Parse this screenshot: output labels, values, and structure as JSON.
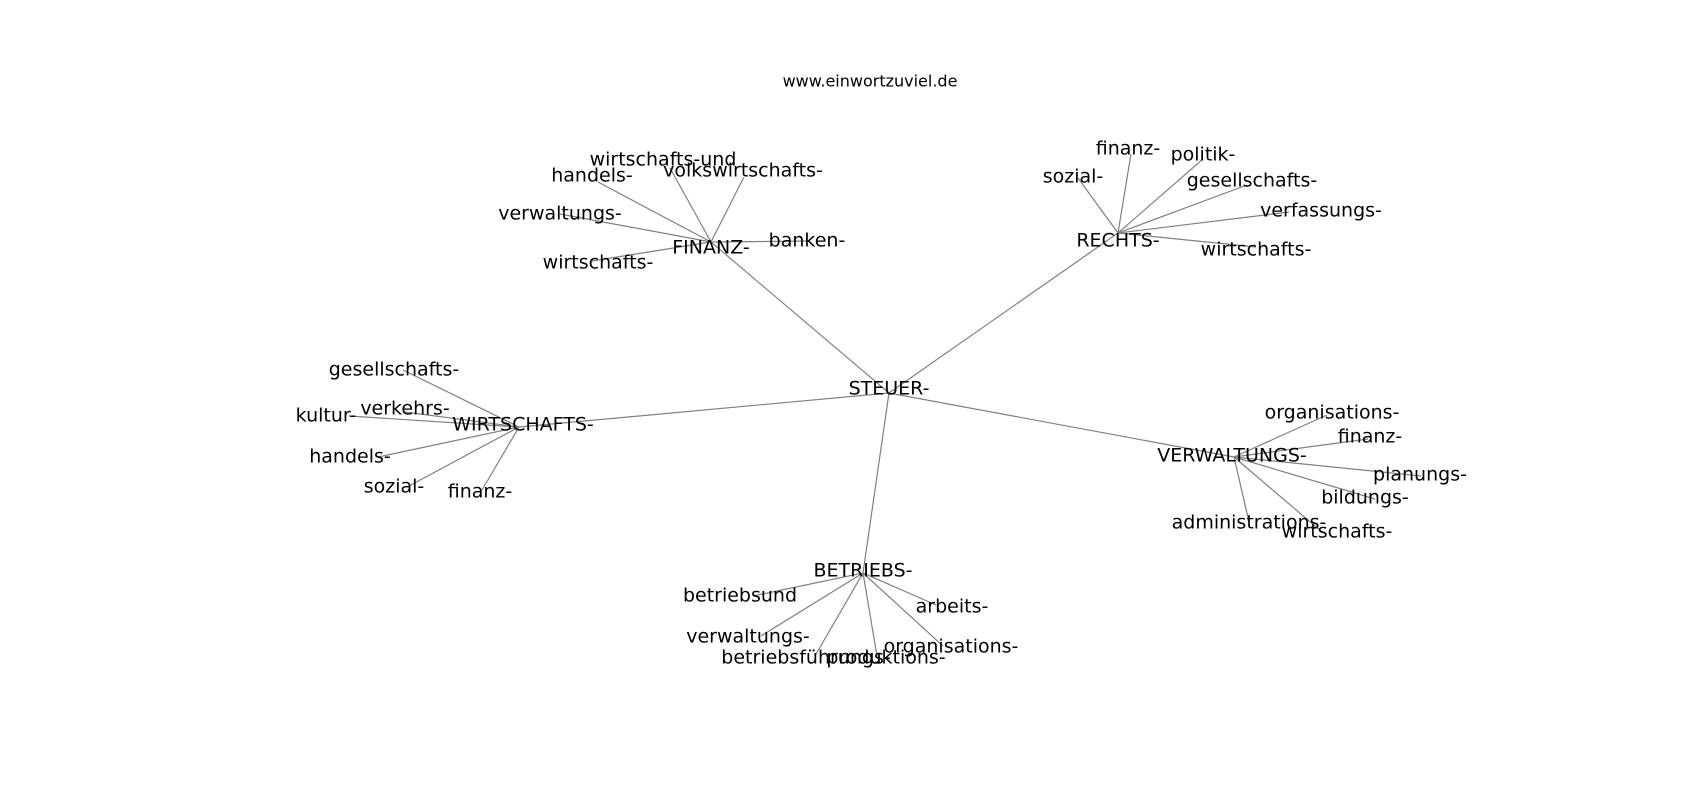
{
  "source": "www.einwortzuviel.de",
  "graph": {
    "root": "STEUER-",
    "branches": [
      {
        "label": "FINANZ-",
        "children": [
          "wirtschafts-und",
          "handels-",
          "volkswirtschafts-",
          "verwaltungs-",
          "banken-",
          "wirtschafts-"
        ]
      },
      {
        "label": "RECHTS-",
        "children": [
          "finanz-",
          "politik-",
          "sozial-",
          "gesellschafts-",
          "verfassungs-",
          "wirtschafts-"
        ]
      },
      {
        "label": "WIRTSCHAFTS-",
        "children": [
          "gesellschafts-",
          "kultur-",
          "verkehrs-",
          "handels-",
          "sozial-",
          "finanz-"
        ]
      },
      {
        "label": "VERWALTUNGS-",
        "children": [
          "organisations-",
          "finanz-",
          "planungs-",
          "bildungs-",
          "administrations-",
          "wirtschafts-"
        ]
      },
      {
        "label": "BETRIEBS-",
        "children": [
          "betriebsund",
          "arbeits-",
          "verwaltungs-",
          "organisations-",
          "betriebsführungs-",
          "produktions-"
        ]
      }
    ]
  }
}
